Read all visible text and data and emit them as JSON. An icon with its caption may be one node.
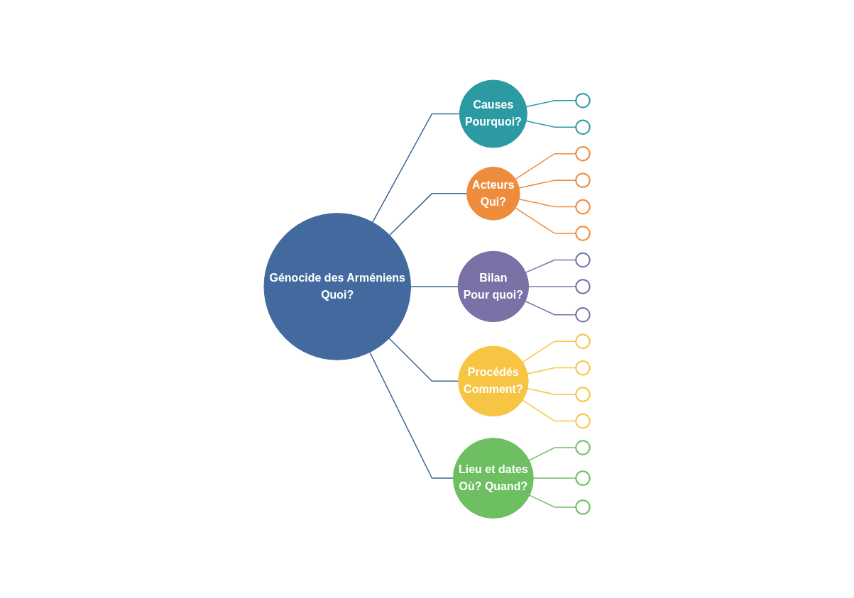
{
  "diagram": {
    "nodes": [
      {
        "text": [
          "Génocide des Arméniens",
          "Quoi?"
        ]
      },
      {
        "text": [
          "Causes",
          "Pourquoi?"
        ]
      },
      {
        "text": [],
        "shape": "ellipse"
      },
      {
        "text": [],
        "shape": "ellipse"
      },
      {
        "text": [
          "Acteurs",
          "Qui?"
        ]
      },
      {
        "text": [],
        "shape": "ellipse"
      },
      {
        "text": [],
        "shape": "ellipse"
      },
      {
        "text": [],
        "shape": "ellipse"
      },
      {
        "text": [],
        "shape": "ellipse"
      },
      {
        "text": [
          "Bilan",
          "Pour quoi?"
        ]
      },
      {
        "text": [],
        "shape": "ellipse"
      },
      {
        "text": [],
        "shape": "ellipse"
      },
      {
        "text": [],
        "shape": "ellipse"
      },
      {
        "text": [
          "Procédés",
          "Comment?"
        ]
      },
      {
        "text": [],
        "shape": "ellipse"
      },
      {
        "text": [],
        "shape": "ellipse"
      },
      {
        "text": [],
        "shape": "ellipse"
      },
      {
        "text": [],
        "shape": "ellipse"
      },
      {
        "text": [
          "Lieu et dates",
          "Où? Quand?"
        ]
      },
      {
        "text": [],
        "shape": "ellipse"
      },
      {
        "text": [],
        "shape": "ellipse"
      },
      {
        "text": [],
        "shape": "ellipse"
      }
    ],
    "edges": [
      {
        "from": 0,
        "to": 1,
        "arrow": "none"
      },
      {
        "from": 1,
        "to": 2,
        "arrow": "none",
        "color": "#2b9aa3"
      },
      {
        "from": 1,
        "to": 3,
        "arrow": "none",
        "color": "#2b9aa3"
      },
      {
        "from": 0,
        "to": 4,
        "arrow": "none"
      },
      {
        "from": 4,
        "to": 5,
        "arrow": "none",
        "color": "#ee8c3e"
      },
      {
        "from": 4,
        "to": 6,
        "arrow": "none",
        "color": "#ee8c3e"
      },
      {
        "from": 4,
        "to": 7,
        "arrow": "none",
        "color": "#ee8c3e"
      },
      {
        "from": 4,
        "to": 8,
        "arrow": "none",
        "color": "#ee8c3e"
      },
      {
        "from": 0,
        "to": 9,
        "arrow": "none"
      },
      {
        "from": 9,
        "to": 10,
        "arrow": "none",
        "color": "#7a71a6"
      },
      {
        "from": 9,
        "to": 11,
        "arrow": "none",
        "color": "#7a71a6"
      },
      {
        "from": 9,
        "to": 12,
        "arrow": "none",
        "color": "#7a71a6"
      },
      {
        "from": 0,
        "to": 13,
        "arrow": "none"
      },
      {
        "from": 13,
        "to": 14,
        "arrow": "none",
        "color": "#f8c443"
      },
      {
        "from": 13,
        "to": 15,
        "arrow": "none",
        "color": "#f8c443"
      },
      {
        "from": 13,
        "to": 16,
        "arrow": "none",
        "color": "#f8c443"
      },
      {
        "from": 13,
        "to": 17,
        "arrow": "none",
        "color": "#f8c443"
      },
      {
        "from": 0,
        "to": 18,
        "arrow": "none"
      },
      {
        "from": 18,
        "to": 19,
        "arrow": "none",
        "color": "#6dbf61"
      },
      {
        "from": 18,
        "to": 20,
        "arrow": "none",
        "color": "#6dbf61"
      },
      {
        "from": 18,
        "to": 21,
        "arrow": "none",
        "color": "#6dbf61"
      }
    ]
  }
}
